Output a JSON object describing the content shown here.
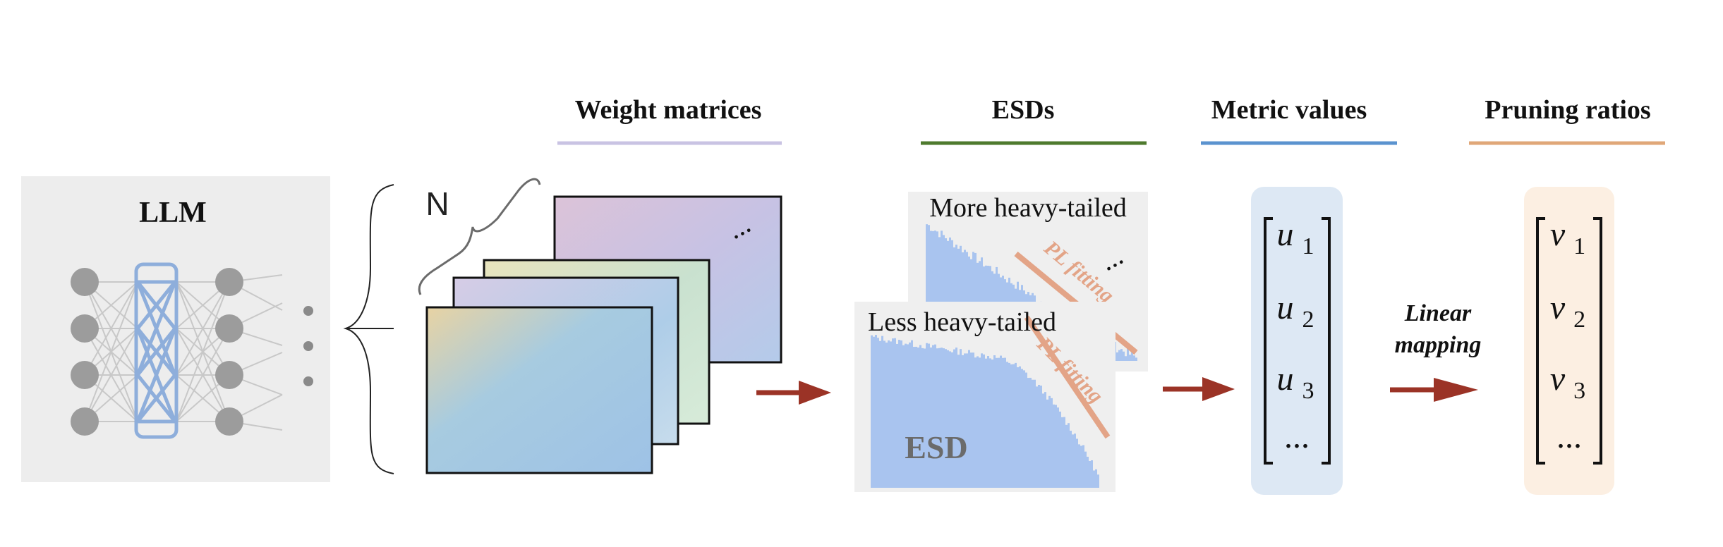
{
  "headers": {
    "weight_matrices": "Weight matrices",
    "esds": "ESDs",
    "metric_values": "Metric values",
    "pruning_ratios": "Pruning ratios"
  },
  "llm": {
    "title": "LLM",
    "ellipsis": "• • •"
  },
  "matrices": {
    "count_label": "N",
    "ellipsis": "..."
  },
  "esd": {
    "back_title": "More heavy-tailed",
    "front_title": "Less heavy-tailed",
    "fit_label_back": "PL fitting",
    "fit_label_front": "PL fitting",
    "front_caption": "ESD",
    "ellipsis": "..."
  },
  "metric_vector": {
    "items": [
      "u1",
      "u2",
      "u3",
      "..."
    ]
  },
  "mapping_label": {
    "line1": "Linear",
    "line2": "mapping"
  },
  "pruning_vector": {
    "items": [
      "v1",
      "v2",
      "v3",
      "..."
    ]
  },
  "colors": {
    "weight_underline": "#c9c3e3",
    "esd_underline": "#4e7a2e",
    "metric_underline": "#5b93cf",
    "pruning_underline": "#e0a778",
    "arrow": "#9b3326",
    "esd_fill": "#a9c4ef",
    "fit_line": "#e3a487",
    "metric_box": "#dde8f4",
    "pruning_box": "#fcefe2",
    "llm_box": "#ededed",
    "network_blue": "#8eaedb",
    "node_gray": "#9c9c9c"
  },
  "icons": [
    "curly-brace-icon",
    "arrow-right-icon",
    "bracket-icon",
    "neural-network-icon"
  ]
}
